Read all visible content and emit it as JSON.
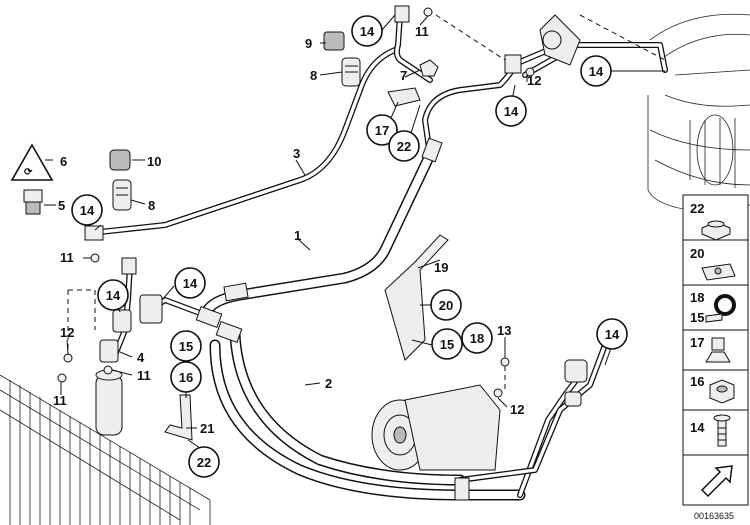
{
  "callouts": {
    "c14_top": "14",
    "c11_top": "11",
    "c9": "9",
    "c8_top": "8",
    "c7": "7",
    "c12_top": "12",
    "c14_topright": "14",
    "c14_mid": "14",
    "c17": "17",
    "c22_mid": "22",
    "c6": "6",
    "c10": "10",
    "c3": "3",
    "c5": "5",
    "c8_left": "8",
    "c14_left": "14",
    "c11_left": "11",
    "c1": "1",
    "c14_lower": "14",
    "c14_leftlow": "14",
    "c19": "19",
    "c20": "20",
    "c12_left": "12",
    "c4": "4",
    "c11_bottom": "11",
    "c15": "15",
    "c18": "18",
    "c13": "13",
    "c15_lower": "15",
    "c14_right": "14",
    "c16": "16",
    "c2": "2",
    "c11_leftbottom": "11",
    "c12_right": "12",
    "c21": "21",
    "c22_bottom": "22"
  },
  "legend": {
    "items": [
      {
        "label": "22",
        "part": "nut-icon"
      },
      {
        "label": "20",
        "part": "clip-nut-icon"
      },
      {
        "label": "18",
        "part": "hose-clamp-icon"
      },
      {
        "label": "15",
        "part": "hose-clamp-icon"
      },
      {
        "label": "17",
        "part": "grommet-icon"
      },
      {
        "label": "16",
        "part": "hex-nut-icon"
      },
      {
        "label": "14",
        "part": "bolt-icon"
      }
    ]
  },
  "footer": {
    "doc_id": "00163635"
  }
}
